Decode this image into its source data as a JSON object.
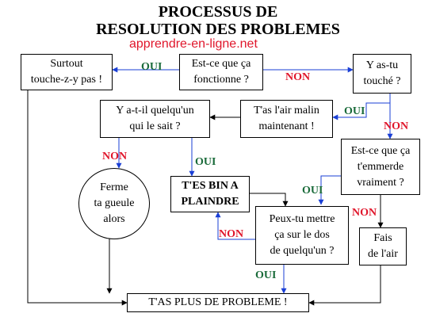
{
  "title": {
    "line1": "PROCESSUS DE",
    "line2": "RESOLUTION DES PROBLEMES"
  },
  "watermark": "apprendre-en-ligne.net",
  "colors": {
    "oui": "#1a6b3a",
    "non": "#e0162b",
    "arrow": "#1a3fd6",
    "line": "#000000",
    "watermark": "#e0162b"
  },
  "nodes": {
    "fonctionne": [
      "Est-ce que ça",
      "fonctionne ?"
    ],
    "surtout": [
      "Surtout",
      "touche-z-y pas !"
    ],
    "touche": [
      "Y as-tu",
      "touché ?"
    ],
    "malin": [
      "T'as l'air malin",
      "maintenant !"
    ],
    "quelquun": [
      "Y a-t-il quelqu'un",
      "qui le sait ?"
    ],
    "emmerde": [
      "Est-ce que ça",
      "t'emmerde",
      "vraiment ?"
    ],
    "plaindre": [
      "T'ES BIN A",
      "PLAINDRE"
    ],
    "dos": [
      "Peux-tu mettre",
      "ça sur le dos",
      "de quelqu'un ?"
    ],
    "ferme": [
      "Ferme",
      "ta gueule",
      "alors"
    ],
    "faisair": [
      "Fais",
      "de l'air"
    ],
    "plusprobleme": [
      "T'AS PLUS DE PROBLEME !"
    ]
  },
  "edge_labels": {
    "oui_surtout": "OUI",
    "non_touche": "NON",
    "oui_malin": "OUI",
    "non_emmerde": "NON",
    "non_ferme": "NON",
    "oui_plaindre": "OUI",
    "oui_dos": "OUI",
    "non_faisair": "NON",
    "non_plaindre": "NON",
    "oui_plusprobleme": "OUI"
  }
}
